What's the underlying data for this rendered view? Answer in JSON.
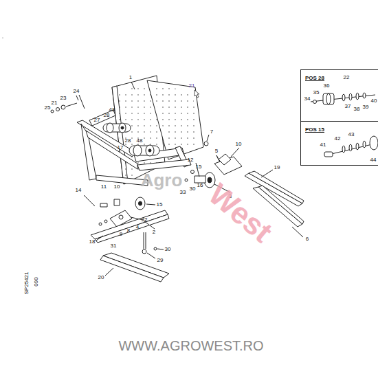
{
  "diagram": {
    "nodes": [
      {
        "text": [
          "POS 28"
        ]
      },
      {
        "text": [
          "POS 15"
        ]
      }
    ],
    "labels": [
      "1",
      "21",
      "24",
      "23",
      "21",
      "25",
      "48",
      "28",
      "27",
      "28",
      "48",
      "17",
      "7",
      "10",
      "5",
      "12",
      "15",
      "19",
      "16",
      "30",
      "33",
      "3",
      "14",
      "11",
      "10",
      "15",
      "32",
      "4",
      "8",
      "9",
      "2",
      "6",
      "18",
      "31",
      "30",
      "29",
      "20",
      "22",
      "36",
      "35",
      "34",
      "40",
      "37",
      "38",
      "39",
      "43",
      "42",
      "41",
      "44",
      "SP25421",
      "090",
      "Agro",
      "West",
      "WWW.AGROWEST.RO"
    ]
  }
}
